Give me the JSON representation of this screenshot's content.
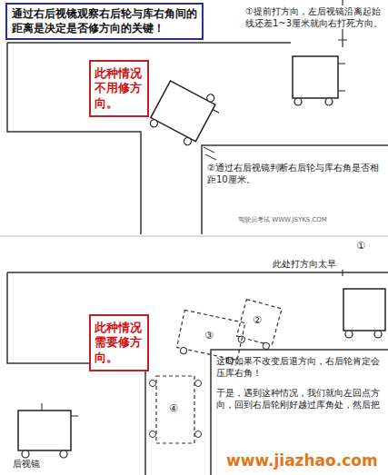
{
  "diagram": {
    "nodes": [
      {
        "text": [
          "通过右后视镜观察右后轮与库右角间的距离是决定是否修方向的关键！"
        ]
      },
      {
        "text": [
          "此种情况不用修方向。"
        ]
      },
      {
        "text": [
          "此种情况需要修方向。"
        ]
      }
    ],
    "edges": [],
    "labels": [
      "①提前打方向，左后视镜沿离起始线还差1~3厘米就向右打死方向。",
      "②通过右后视镜判断右后轮与库右角是否相距10厘米。",
      "驾驶员考试 WWW.JSYKS.COM",
      "①",
      "此处打方向太早",
      "②",
      "③",
      "④",
      "这时如果不改变后退方向，右后轮肯定会压库右角！",
      "于是，遇到这种情况，我们就向左回点方向，回到右后轮刚好越过库角处，然后把",
      "后视镜",
      "www.jiazhao.com"
    ]
  }
}
